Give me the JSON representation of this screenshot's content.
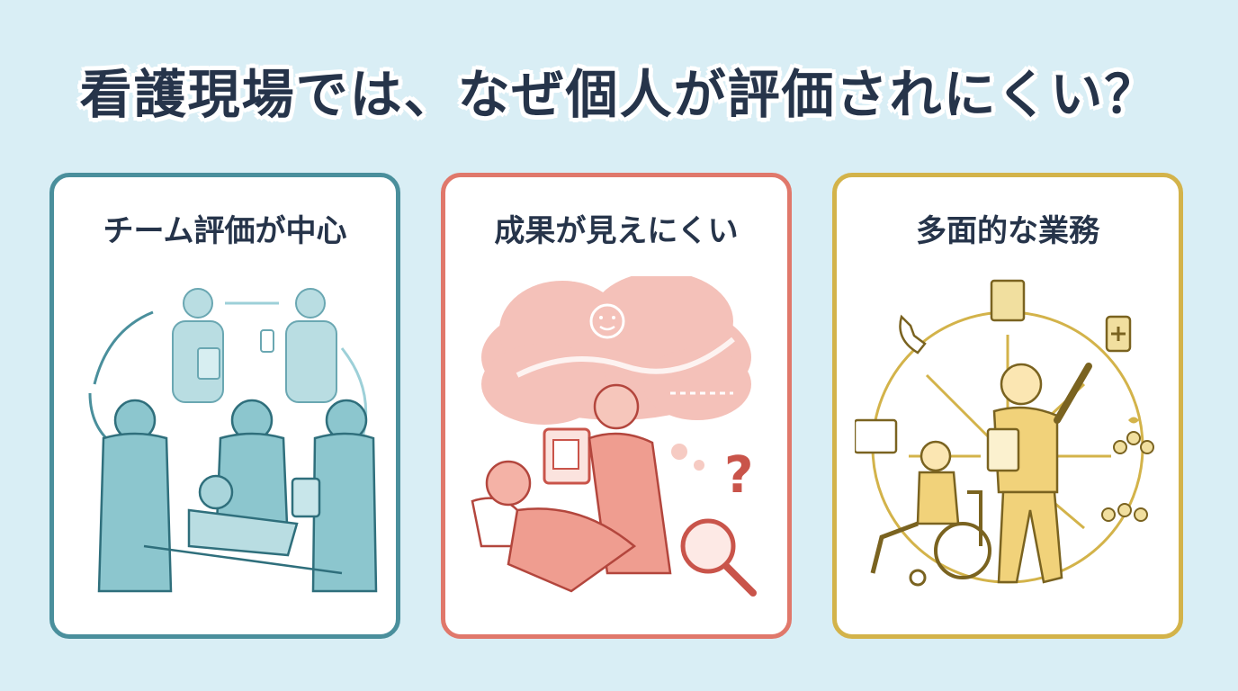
{
  "title": "看護現場では、なぜ個人が評価されにくい？",
  "cards": [
    {
      "title": "チーム評価が中心",
      "border_color": "#4a8f9c",
      "icon": "nursing-team-icon"
    },
    {
      "title": "成果が見えにくい",
      "border_color": "#e0786b",
      "icon": "invisible-outcome-icon"
    },
    {
      "title": "多面的な業務",
      "border_color": "#d3b34a",
      "icon": "multitask-nurse-icon"
    }
  ]
}
